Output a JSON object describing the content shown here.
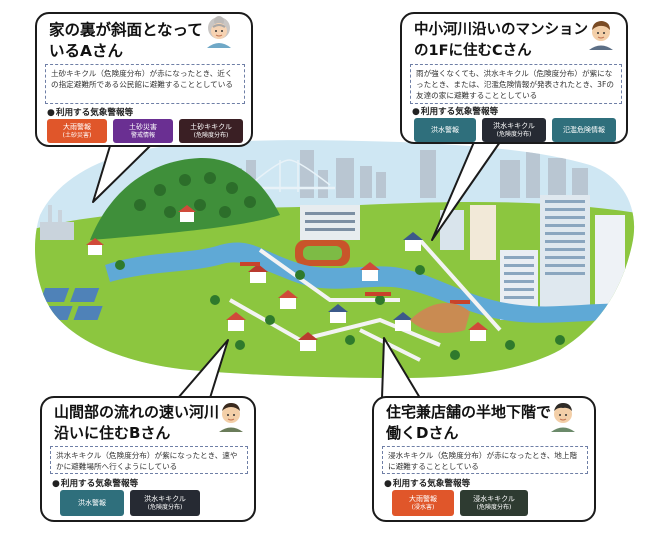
{
  "cards": [
    {
      "id": "a",
      "title_lines": [
        "家の裏が斜面となって",
        "いるAさん"
      ],
      "description": "土砂キキクル（危険度分布）が赤になったとき、近くの指定避難所である公民館に避難することとしている",
      "warnings_label": "利用する気象警報等",
      "badges": [
        {
          "line1": "大雨警報",
          "line2": "(土砂災害)",
          "color": "#e0562a"
        },
        {
          "line1": "土砂災害",
          "line2": "警戒情報",
          "color": "#6a2f92"
        },
        {
          "line1": "土砂キキクル",
          "line2": "(危険度分布)",
          "color": "#3a1f24"
        }
      ]
    },
    {
      "id": "c",
      "title_lines": [
        "中小河川沿いのマンション",
        "の1Fに住むCさん"
      ],
      "description": "雨が強くなくても、洪水キキクル（危険度分布）が紫になったとき、または、氾濫危険情報が発表されたとき、3Fの友達の家に避難することとしている",
      "warnings_label": "利用する気象警報等",
      "badges": [
        {
          "line1": "洪水警報",
          "line2": "",
          "color": "#2f6f7c"
        },
        {
          "line1": "洪水キキクル",
          "line2": "(危険度分布)",
          "color": "#262a33"
        },
        {
          "line1": "氾濫危険情報",
          "line2": "",
          "color": "#2f6f7c"
        }
      ]
    },
    {
      "id": "b",
      "title_lines": [
        "山間部の流れの速い河川",
        "沿いに住むBさん"
      ],
      "description": "洪水キキクル（危険度分布）が紫になったとき、速やかに避難場所へ行くようにしている",
      "warnings_label": "利用する気象警報等",
      "badges": [
        {
          "line1": "洪水警報",
          "line2": "",
          "color": "#2f6f7c"
        },
        {
          "line1": "洪水キキクル",
          "line2": "(危険度分布)",
          "color": "#262a33"
        }
      ]
    },
    {
      "id": "d",
      "title_lines": [
        "住宅兼店舗の半地下階で",
        "働くDさん"
      ],
      "description": "浸水キキクル（危険度分布）が赤になったとき、地上階に避難することとしている",
      "warnings_label": "利用する気象警報等",
      "badges": [
        {
          "line1": "大雨警報",
          "line2": "(浸水害)",
          "color": "#e0562a"
        },
        {
          "line1": "浸水キキクル",
          "line2": "(危険度分布)",
          "color": "#2e3b31"
        }
      ]
    }
  ],
  "colors": {
    "grass": "#8cc63f",
    "hill": "#3f8f3a",
    "river": "#5fa9d6",
    "sky": "#cfe7f3",
    "city": "#b9c6d2"
  }
}
